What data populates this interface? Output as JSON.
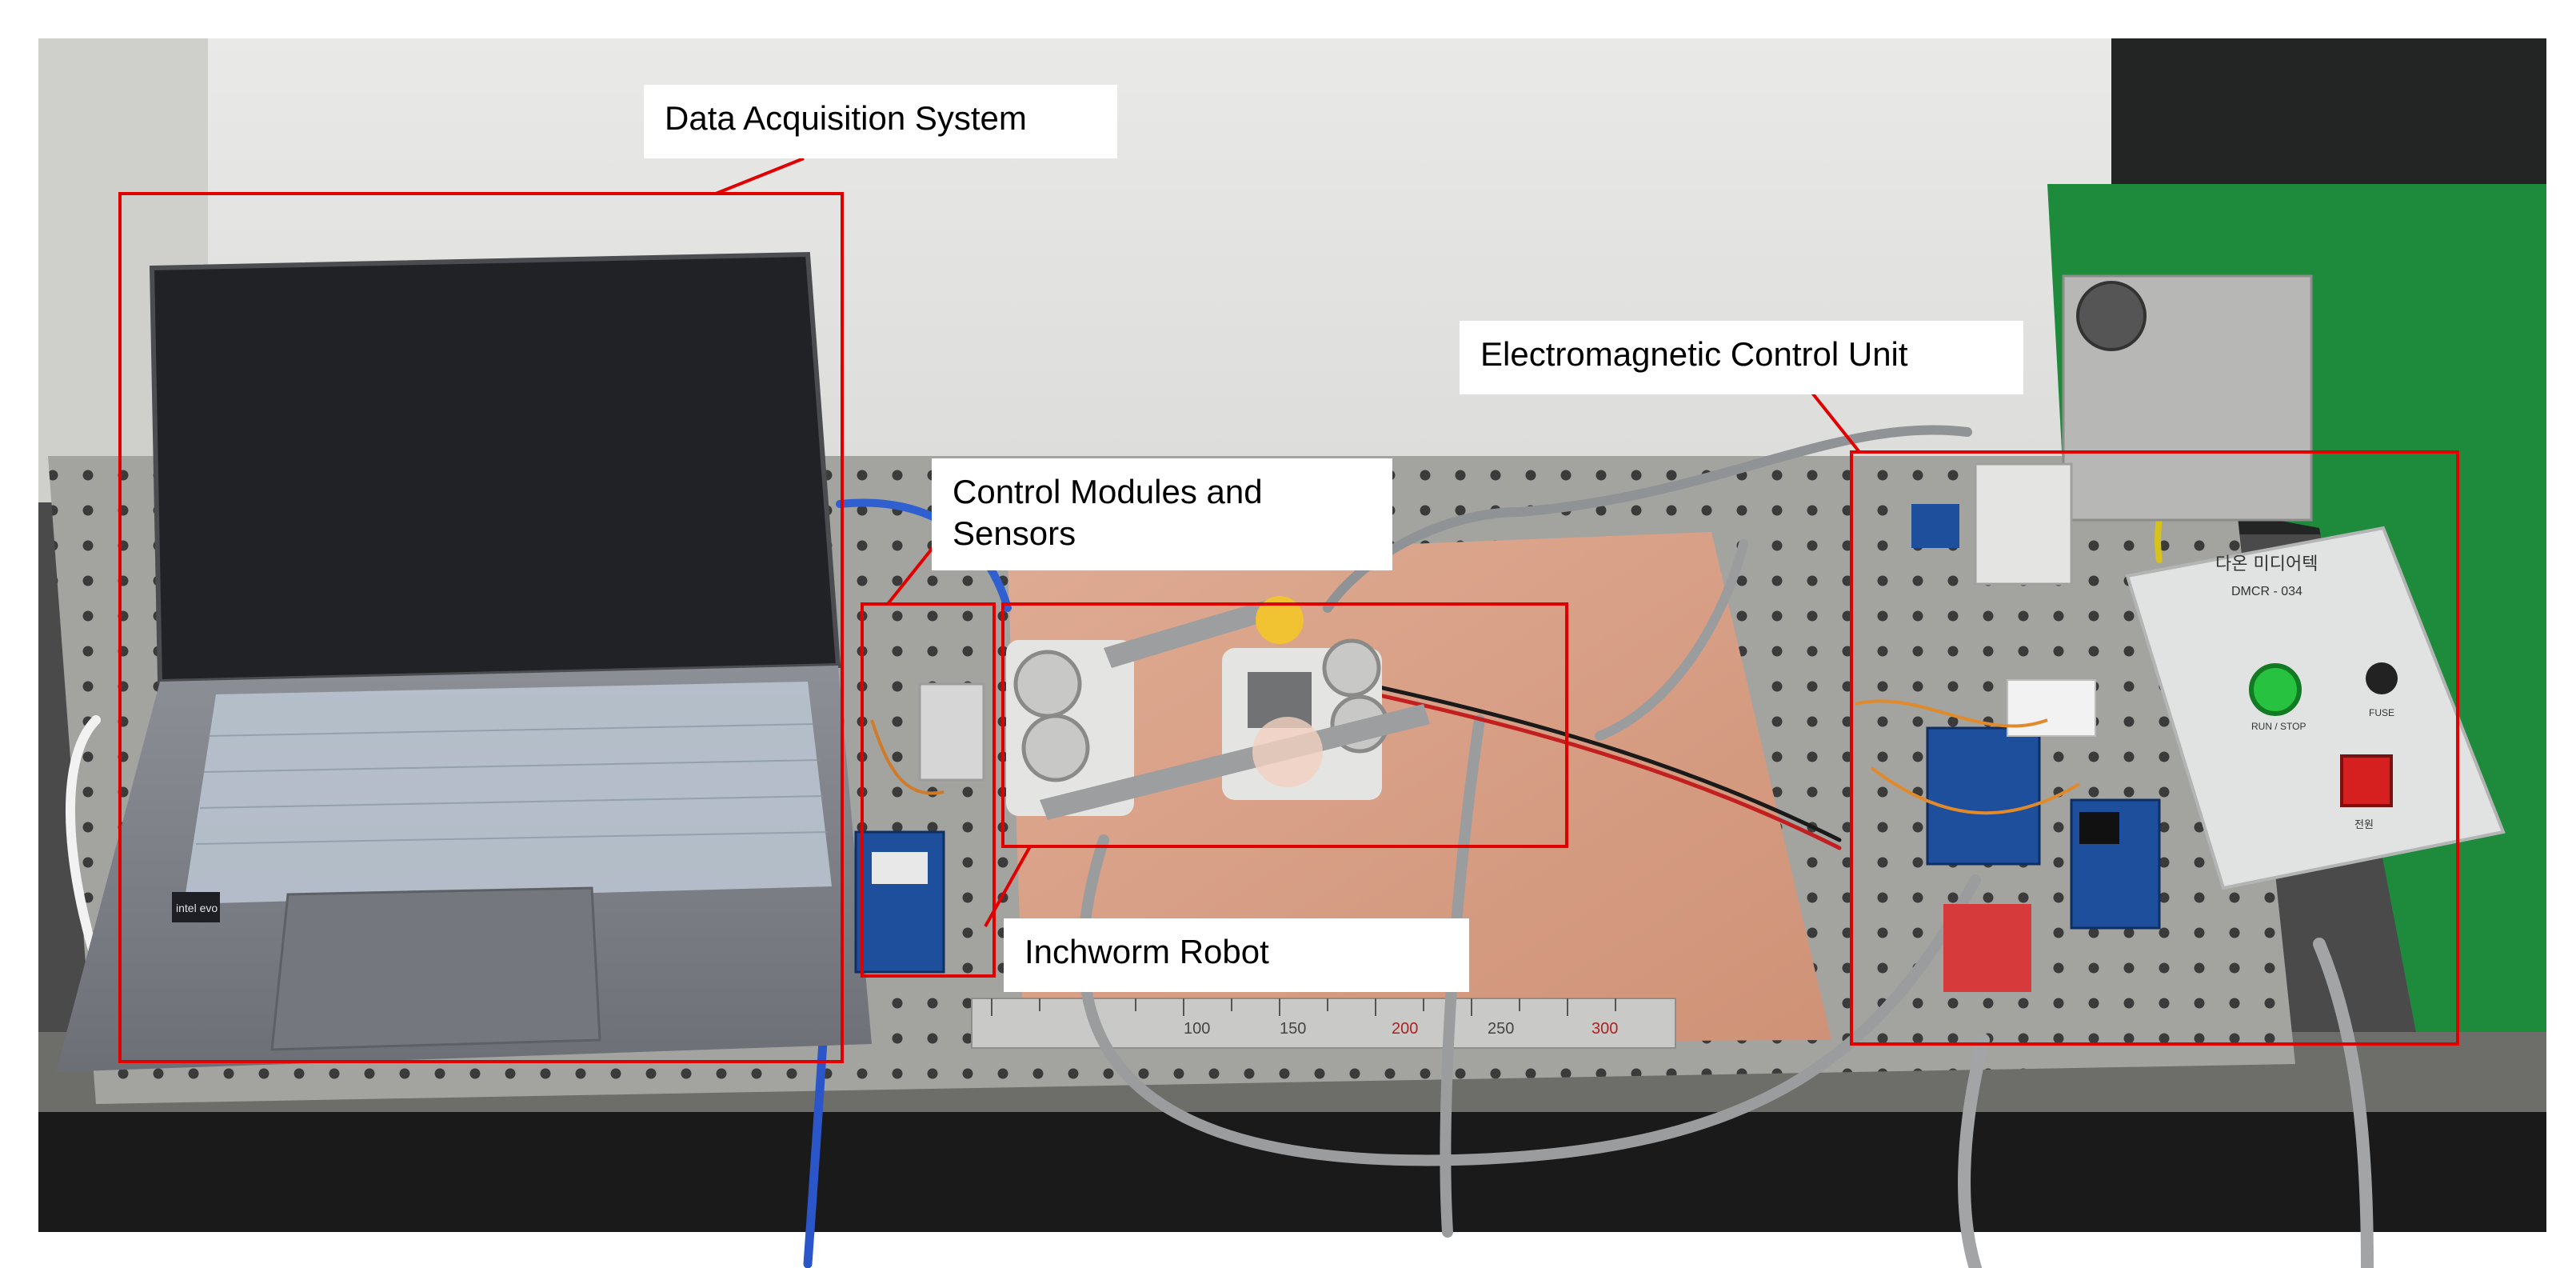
{
  "annotations": [
    {
      "id": "data-acquisition",
      "label": "Data Acquisition System"
    },
    {
      "id": "control-modules",
      "label": "Control Modules and Sensors"
    },
    {
      "id": "inchworm-robot",
      "label": "Inchworm Robot"
    },
    {
      "id": "electromagnetic-control",
      "label": "Electromagnetic Control Unit"
    }
  ],
  "laptop": {
    "badge": "intel evo"
  },
  "ruler": {
    "ticks": [
      "100",
      "150",
      "200",
      "250",
      "300"
    ]
  },
  "control_box": {
    "title": "다온 미디어텍",
    "model": "DMCR - 034",
    "button_left": "RUN / STOP",
    "button_right": "FUSE",
    "switch_label": "전원"
  },
  "colors": {
    "annotation_box": "#e00000",
    "copper": "#d9a089",
    "plate": "#9a9a98",
    "bench_green": "#1e8a3c"
  }
}
